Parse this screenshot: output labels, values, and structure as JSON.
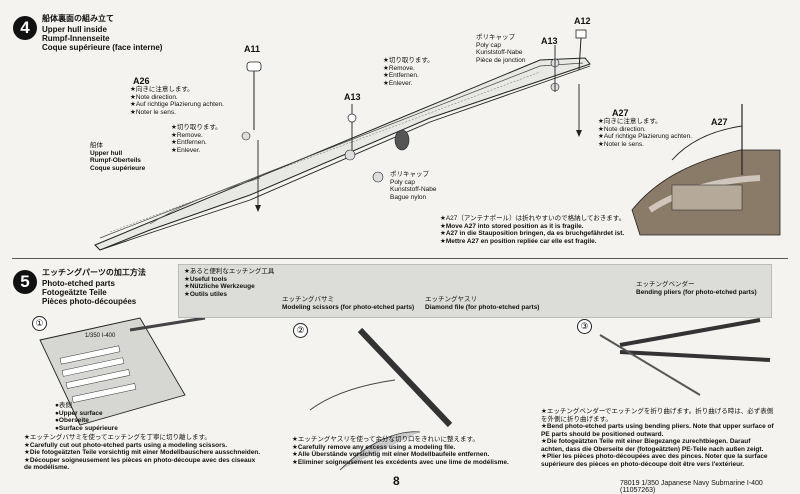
{
  "step4": {
    "number": "4",
    "title_jp": "船体裏面の組み立て",
    "title_en": [
      "Upper hull inside",
      "Rumpf-Innenseite",
      "Coque supérieure (face interne)"
    ],
    "parts": {
      "a11": "A11",
      "a12": "A12",
      "a13_left": "A13",
      "a13_right": "A13",
      "a26": "A26",
      "a27": "A27",
      "a27_right": "A27"
    },
    "hull_label": [
      "船体",
      "Upper hull",
      "Rumpf-Oberteils",
      "Coque supérieure"
    ],
    "a26_notes": [
      "★向きに注意します。",
      "★Note direction.",
      "★Auf richtige Plazierung achten.",
      "★Noter le sens."
    ],
    "remove_notes_left": [
      "★切り取ります。",
      "★Remove.",
      "★Entfernen.",
      "★Enlever."
    ],
    "remove_notes_top": [
      "★切り取ります。",
      "★Remove.",
      "★Entfernen.",
      "★Enlever."
    ],
    "polycap_top": [
      "ポリキャップ",
      "Poly cap",
      "Kunststoff-Nabe",
      "Pièce de jonction"
    ],
    "polycap_bottom": [
      "ポリキャップ",
      "Poly cap",
      "Kunststoff-Nabe",
      "Bague nylon"
    ],
    "a27_notes": [
      "★向きに注意します。",
      "★Note direction.",
      "★Auf richtige Plazierung achten.",
      "★Noter le sens."
    ],
    "antenna_notes": [
      "★A27（アンテナポール）は折れやすいので格納しておきます。",
      "★Move A27 into stored position as it is fragile.",
      "★A27 in die Stauposition bringen, da es bruchgefährdet ist.",
      "★Mettre A27 en position repliée car elle est fragile."
    ]
  },
  "step5": {
    "number": "5",
    "title_jp": "エッチングパーツの加工方法",
    "title_en": [
      "Photo-etched parts",
      "Fotogeätzte Teile",
      "Pièces photo-découpées"
    ],
    "tools": {
      "header": [
        "★あると便利なエッチング工具",
        "★Useful tools",
        "★Nützliche Werkzeuge",
        "★Outils utiles"
      ],
      "scissors": [
        "エッチングバサミ",
        "Modeling scissors (for photo-etched parts)"
      ],
      "file": [
        "エッチングヤスリ",
        "Diamond file (for photo-etched parts)"
      ],
      "pliers": [
        "エッチングベンダー",
        "Bending pliers (for photo-etched parts)"
      ]
    },
    "substeps": [
      "①",
      "②",
      "③"
    ],
    "fret_label": "1/350  I-400",
    "surface": [
      "●表側",
      "●Upper surface",
      "●Oberseite",
      "●Surface supérieure"
    ],
    "note1": [
      "★エッチングバサミを使ってエッチングを丁寧に切り離します。",
      "★Carefully cut out photo-etched parts using a modeling scissors.",
      "★Die fotogeätzten Teile vorsichtig mit einer Modellbauschere ausschneiden.",
      "★Découper soigneusement les pièces en photo-découpe avec des ciseaux",
      "de modélisme."
    ],
    "note2": [
      "★エッチングヤスリを使って余分な切り口をきれいに整えます。",
      "★Carefully remove any excess using a modeling file.",
      "★Alle Überstände vorsichtig mit einer Modellbaufeile entfernen.",
      "★Eliminer soigneusement les excédents avec une lime de modélisme."
    ],
    "note3": [
      "★エッチングベンダーでエッチングを折り曲げます。折り曲げる時は、必ず表側",
      "を外側に折り曲げます。",
      "★Bend photo-etched parts using bending pliers. Note that upper surface of",
      "PE parts should be positioned outward.",
      "★Die fotogeätzten Teile mit einer Biegezange zurechtbiegen. Darauf",
      "achten, dass die Oberseite der (fotogeätzten) PE-Teile nach außen zeigt.",
      "★Plier les pièces photo-découpées avec des pinces. Noter que la surface",
      "supérieure des pièces en photo-découpe doit être vers l'extérieur."
    ]
  },
  "footer": {
    "page": "8",
    "code": "78019  1/350 Japanese Navy Submarine I-400 (11057263)"
  }
}
